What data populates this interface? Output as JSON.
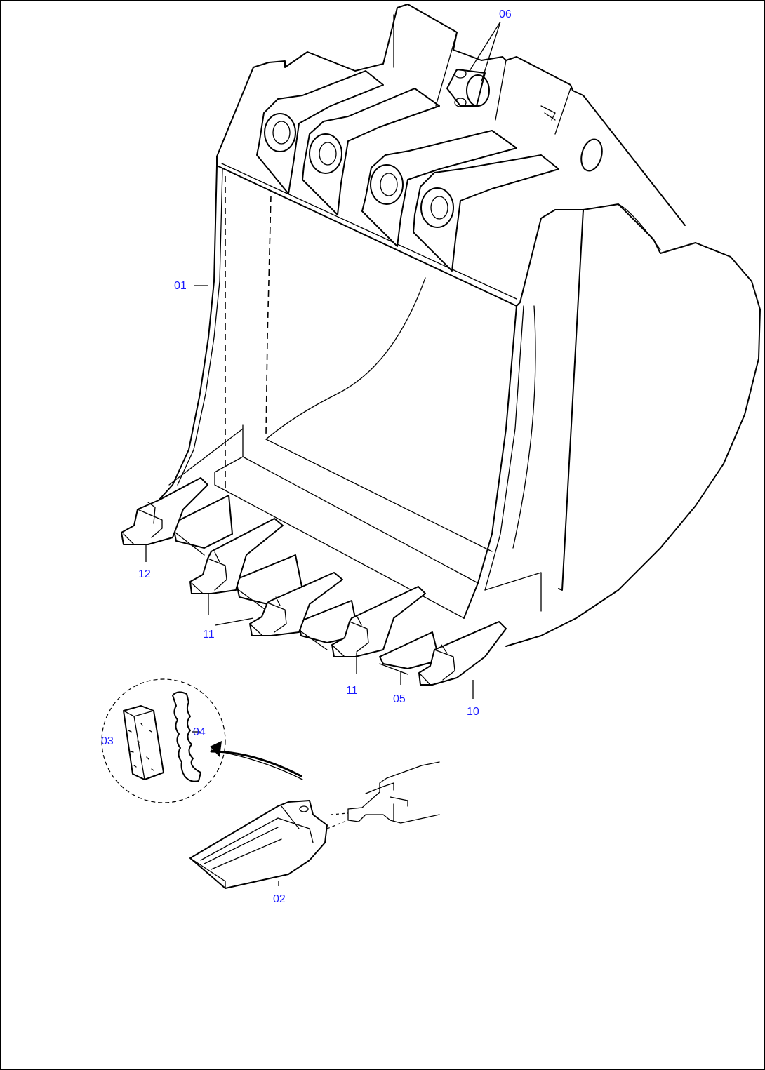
{
  "callouts": {
    "c01": "01",
    "c02": "02",
    "c03": "03",
    "c04": "04",
    "c05": "05",
    "c06": "06",
    "c10": "10",
    "c11a": "11",
    "c11b": "11",
    "c12": "12"
  },
  "colors": {
    "callout_text": "#1a1aff",
    "line_art": "#000000"
  }
}
